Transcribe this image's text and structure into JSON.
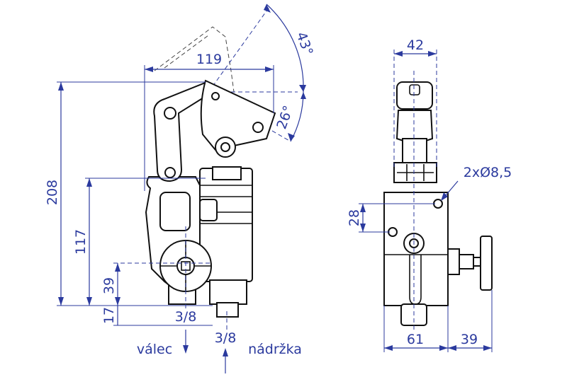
{
  "side_view": {
    "dim_width": "119",
    "dim_height_total": "208",
    "dim_height_mid": "117",
    "dim_height_low": "39",
    "dim_height_base": "17",
    "angle_open": "43°",
    "angle_handle": "26°",
    "port_cylinder_size": "3/8",
    "port_tank_size": "3/8",
    "label_cylinder": "válec",
    "label_tank": "nádržka"
  },
  "front_view": {
    "dim_top_width": "42",
    "dim_holes": "2xØ8,5",
    "dim_hole_spacing": "28",
    "dim_body_width": "61",
    "dim_handle_offset": "39"
  },
  "colors": {
    "dimension": "#2b3a9e",
    "outline": "#111111"
  }
}
